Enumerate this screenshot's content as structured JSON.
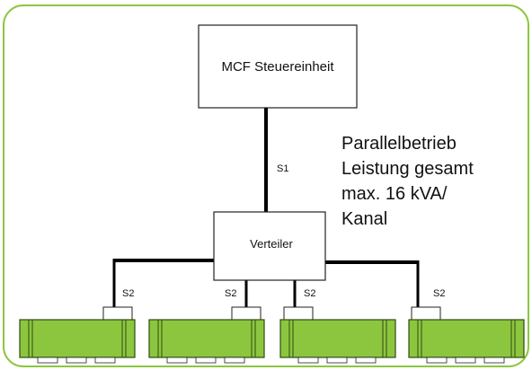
{
  "colors": {
    "frame": "#8cc63f",
    "unit_fill": "#8cc63f",
    "unit_stroke": "#2f4a10",
    "wire": "#000000"
  },
  "control_unit": {
    "label": "MCF Steuereinheit"
  },
  "distributor": {
    "label": "Verteiler"
  },
  "cables": {
    "main": "S1",
    "branches": [
      "S2",
      "S2",
      "S2",
      "S2"
    ]
  },
  "description": {
    "lines": [
      "Parallelbetrieb",
      "Leistung gesamt",
      "max. 16 kVA/",
      "Kanal"
    ]
  }
}
